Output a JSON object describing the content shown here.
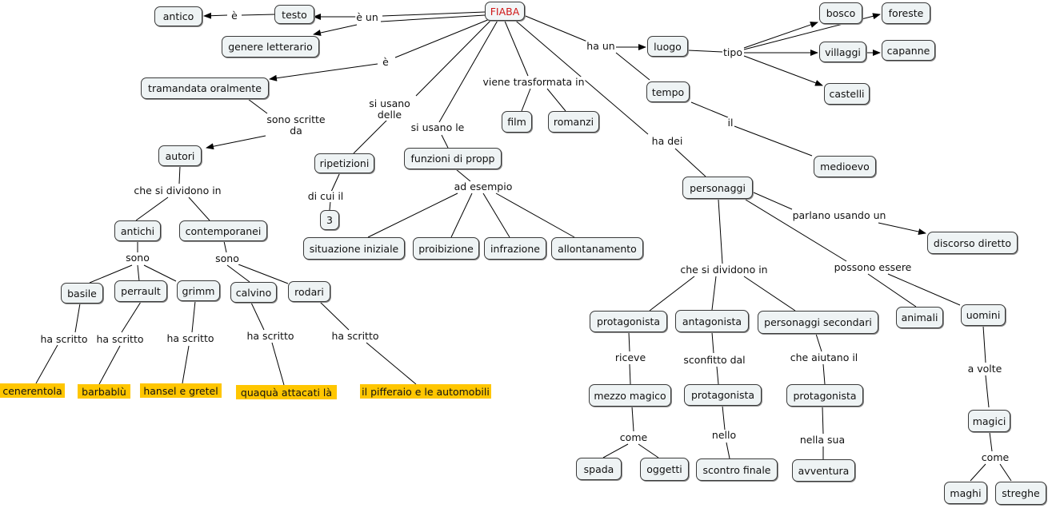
{
  "concepts": {
    "fiaba": "FIABA",
    "testo": "testo",
    "antico": "antico",
    "genere": "genere letterario",
    "tramandata": "tramandata oralmente",
    "autori": "autori",
    "antichi": "antichi",
    "contemporanei": "contemporanei",
    "basile": "basile",
    "perrault": "perrault",
    "grimm": "grimm",
    "calvino": "calvino",
    "rodari": "rodari",
    "cenerentola": "cenerentola",
    "barbablu": "barbablù",
    "hansel": "hansel e gretel",
    "quaqua": "quaquà attacati là",
    "pifferaio": "il pifferaio e le automobili",
    "ripetizioni": "ripetizioni",
    "tre": "3",
    "funzioni": "funzioni di propp",
    "situazione": "situazione iniziale",
    "proibizione": "proibizione",
    "infrazione": "infrazione",
    "allontanamento": "allontanamento",
    "film": "film",
    "romanzi": "romanzi",
    "luogo": "luogo",
    "bosco": "bosco",
    "foreste": "foreste",
    "villaggi": "villaggi",
    "capanne": "capanne",
    "castelli": "castelli",
    "tempo": "tempo",
    "medioevo": "medioevo",
    "personaggi": "personaggi",
    "discorso": "discorso diretto",
    "protagonista1": "protagonista",
    "antagonista": "antagonista",
    "secondari": "personaggi secondari",
    "mezzo": "mezzo magico",
    "spada": "spada",
    "oggetti": "oggetti",
    "protagonista2": "protagonista",
    "scontro": "scontro finale",
    "protagonista3": "protagonista",
    "avventura": "avventura",
    "animali": "animali",
    "uomini": "uomini",
    "magici": "magici",
    "maghi": "maghi",
    "streghe": "streghe"
  },
  "links": {
    "e_antico": "è",
    "e_un": "è un",
    "e_tramandata": "è",
    "sono_scritte_da": "sono scritte\nda",
    "si_dividono_autori": "che si dividono in",
    "sono_antichi": "sono",
    "sono_contemporanei": "sono",
    "ha_scritto_basile": "ha scritto",
    "ha_scritto_perrault": "ha scritto",
    "ha_scritto_grimm": "ha  scritto",
    "ha_scritto_calvino": "ha scritto",
    "ha_scritto_rodari": "ha scritto",
    "si_usano_delle": "si usano\ndelle",
    "di_cui_il": "di cui il",
    "si_usano_le": "si usano le",
    "ad_esempio": "ad esempio",
    "viene_trasformata": "viene trasformata in",
    "ha_un": "ha un",
    "tipo": "tipo",
    "il": "il",
    "ha_dei": "ha dei",
    "parlano": "parlano usando un",
    "si_dividono_pers": "che si dividono in",
    "possono_essere": "possono essere",
    "riceve": "riceve",
    "come1": "come",
    "sconfitto": "sconfitto dal",
    "nello": "nello",
    "che_aiutano": "che aiutano il",
    "nella_sua": "nella sua",
    "a_volte": "a volte",
    "come2": "come"
  }
}
